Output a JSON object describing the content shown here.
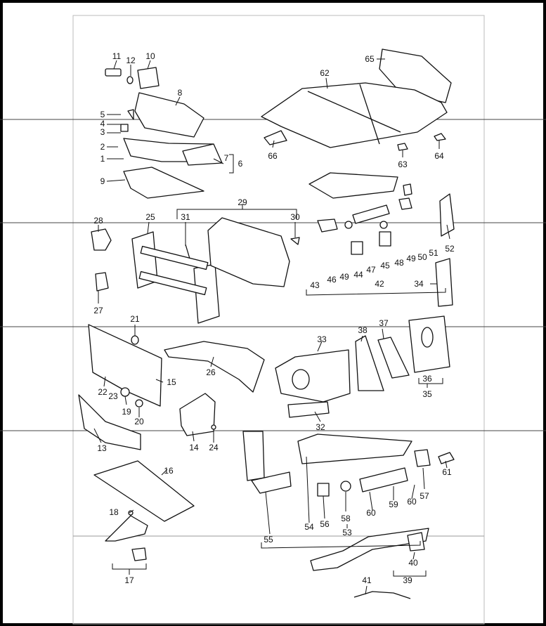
{
  "diagram": {
    "part_numbers": [
      "1",
      "2",
      "3",
      "4",
      "5",
      "6",
      "7",
      "8",
      "9",
      "10",
      "11",
      "12",
      "13",
      "14",
      "15",
      "16",
      "17",
      "18",
      "19",
      "20",
      "21",
      "22",
      "23",
      "24",
      "25",
      "26",
      "27",
      "28",
      "29",
      "30",
      "31",
      "32",
      "33",
      "34",
      "35",
      "36",
      "37",
      "38",
      "39",
      "40",
      "41",
      "42",
      "43",
      "44",
      "45",
      "46",
      "47",
      "48",
      "49",
      "49",
      "50",
      "51",
      "52",
      "53",
      "54",
      "55",
      "56",
      "57",
      "58",
      "59",
      "60",
      "60",
      "61",
      "62",
      "63",
      "64",
      "65",
      "66"
    ]
  }
}
